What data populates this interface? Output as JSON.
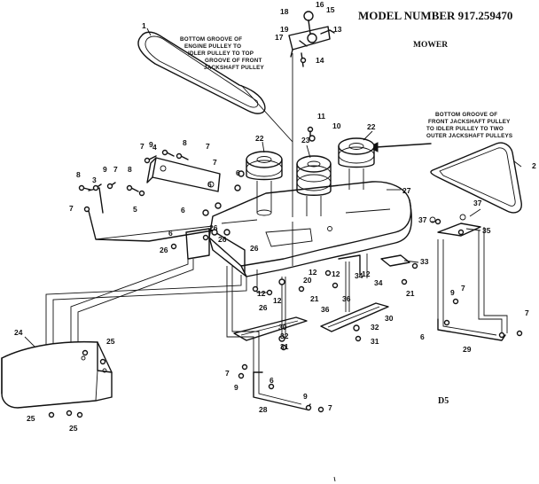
{
  "header": {
    "model": "MODEL NUMBER 917.259470",
    "section": "MOWER",
    "page_code": "D5"
  },
  "notes": {
    "engine_belt": [
      "BOTTOM GROOVE OF",
      "ENGINE PULLEY TO",
      "IDLER PULLEY TO TOP",
      "GROOVE OF FRONT",
      "JACKSHAFT PULLEY"
    ],
    "jackshaft_belt": [
      "BOTTOM GROOVE OF",
      "FRONT JACKSHAFT PULLEY",
      "TO IDLER PULLEY TO TWO",
      "OUTER JACKSHAFT PULLEYS"
    ]
  },
  "callouts": [
    "1",
    "2",
    "3",
    "4",
    "5",
    "6",
    "7",
    "8",
    "9",
    "10",
    "11",
    "12",
    "13",
    "14",
    "15",
    "16",
    "17",
    "18",
    "19",
    "20",
    "21",
    "22",
    "23",
    "24",
    "25",
    "26",
    "27",
    "28",
    "29",
    "30",
    "31",
    "32",
    "33",
    "34",
    "35",
    "36",
    "37"
  ]
}
